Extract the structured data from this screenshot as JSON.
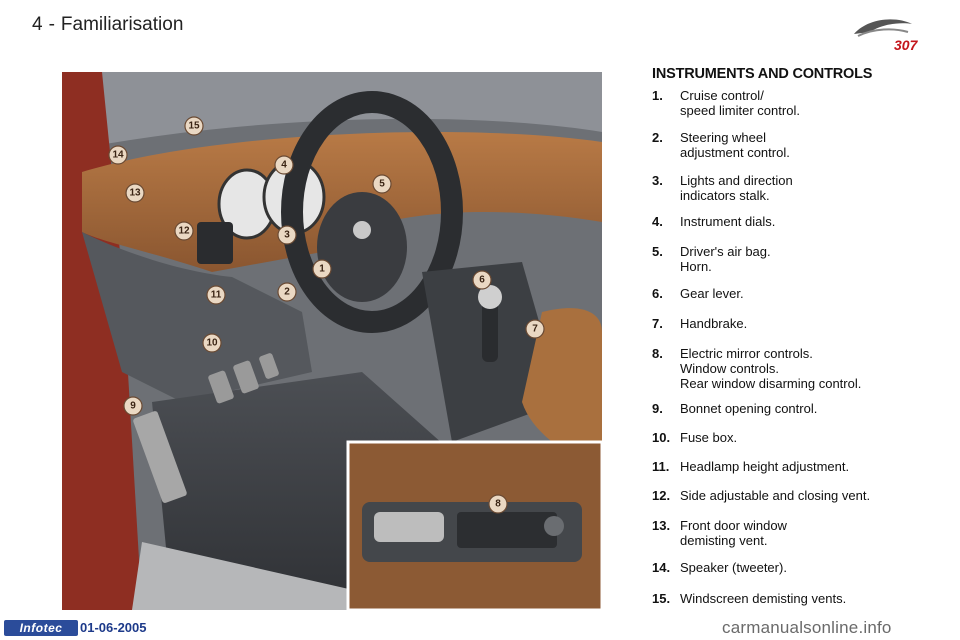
{
  "header": {
    "page_number": "4",
    "separator": "-",
    "title": "Familiarisation"
  },
  "logo": {
    "model": "307"
  },
  "section": {
    "title": "INSTRUMENTS AND CONTROLS"
  },
  "callouts": [
    "1",
    "2",
    "3",
    "4",
    "5",
    "6",
    "7",
    "8",
    "9",
    "10",
    "11",
    "12",
    "13",
    "14",
    "15"
  ],
  "legend": [
    {
      "num": "1.",
      "text": "Cruise control/\nspeed limiter control."
    },
    {
      "num": "2.",
      "text": "Steering wheel\nadjustment control."
    },
    {
      "num": "3.",
      "text": "Lights and direction\nindicators stalk."
    },
    {
      "num": "4.",
      "text": "Instrument dials."
    },
    {
      "num": "5.",
      "text": "Driver's air bag.\nHorn."
    },
    {
      "num": "6.",
      "text": "Gear lever."
    },
    {
      "num": "7.",
      "text": "Handbrake."
    },
    {
      "num": "8.",
      "text": "Electric mirror controls.\nWindow controls.\nRear window disarming control."
    },
    {
      "num": "9.",
      "text": "Bonnet opening control."
    },
    {
      "num": "10.",
      "text": "Fuse box."
    },
    {
      "num": "11.",
      "text": "Headlamp height adjustment."
    },
    {
      "num": "12.",
      "text": "Side adjustable and closing vent."
    },
    {
      "num": "13.",
      "text": "Front door window\ndemisting vent."
    },
    {
      "num": "14.",
      "text": "Speaker (tweeter)."
    },
    {
      "num": "15.",
      "text": "Windscreen demisting vents."
    }
  ],
  "footer": {
    "badge": "Infotec",
    "date": "01-06-2005",
    "watermark": "carmanualsonline.info"
  },
  "colors": {
    "dashboard_tan": "#a0673a",
    "dark_trim": "#3f4246",
    "callout_fill": "#ead8c3",
    "badge_blue": "#2b4c9a"
  }
}
